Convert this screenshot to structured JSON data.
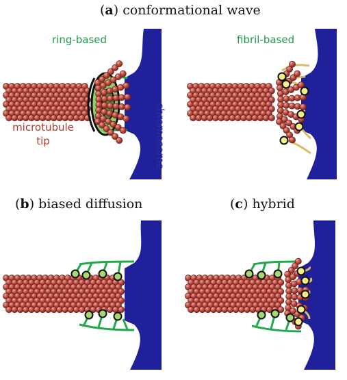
{
  "panels": {
    "a": {
      "letter": "a",
      "title": "conformational wave"
    },
    "b": {
      "letter": "b",
      "title": "biased diffusion"
    },
    "c": {
      "letter": "c",
      "title": "hybrid"
    }
  },
  "labels": {
    "ring_based": "ring-based",
    "fibril_based": "fibril-based",
    "microtubule": "microtubule",
    "tip": "tip",
    "chromosome": "chromosome"
  },
  "colors": {
    "bead": "#b4473d",
    "bead_highlight": "#e58a7d",
    "bead_edge": "#5e1a15",
    "chromosome": "#20209a",
    "fibril_green": "#22a84a",
    "ring_fill": "#8fd06a",
    "fibril_tan": "#d9bc6a",
    "knob_yellow": "#f6ee8a",
    "knob_green": "#a8d66f"
  }
}
